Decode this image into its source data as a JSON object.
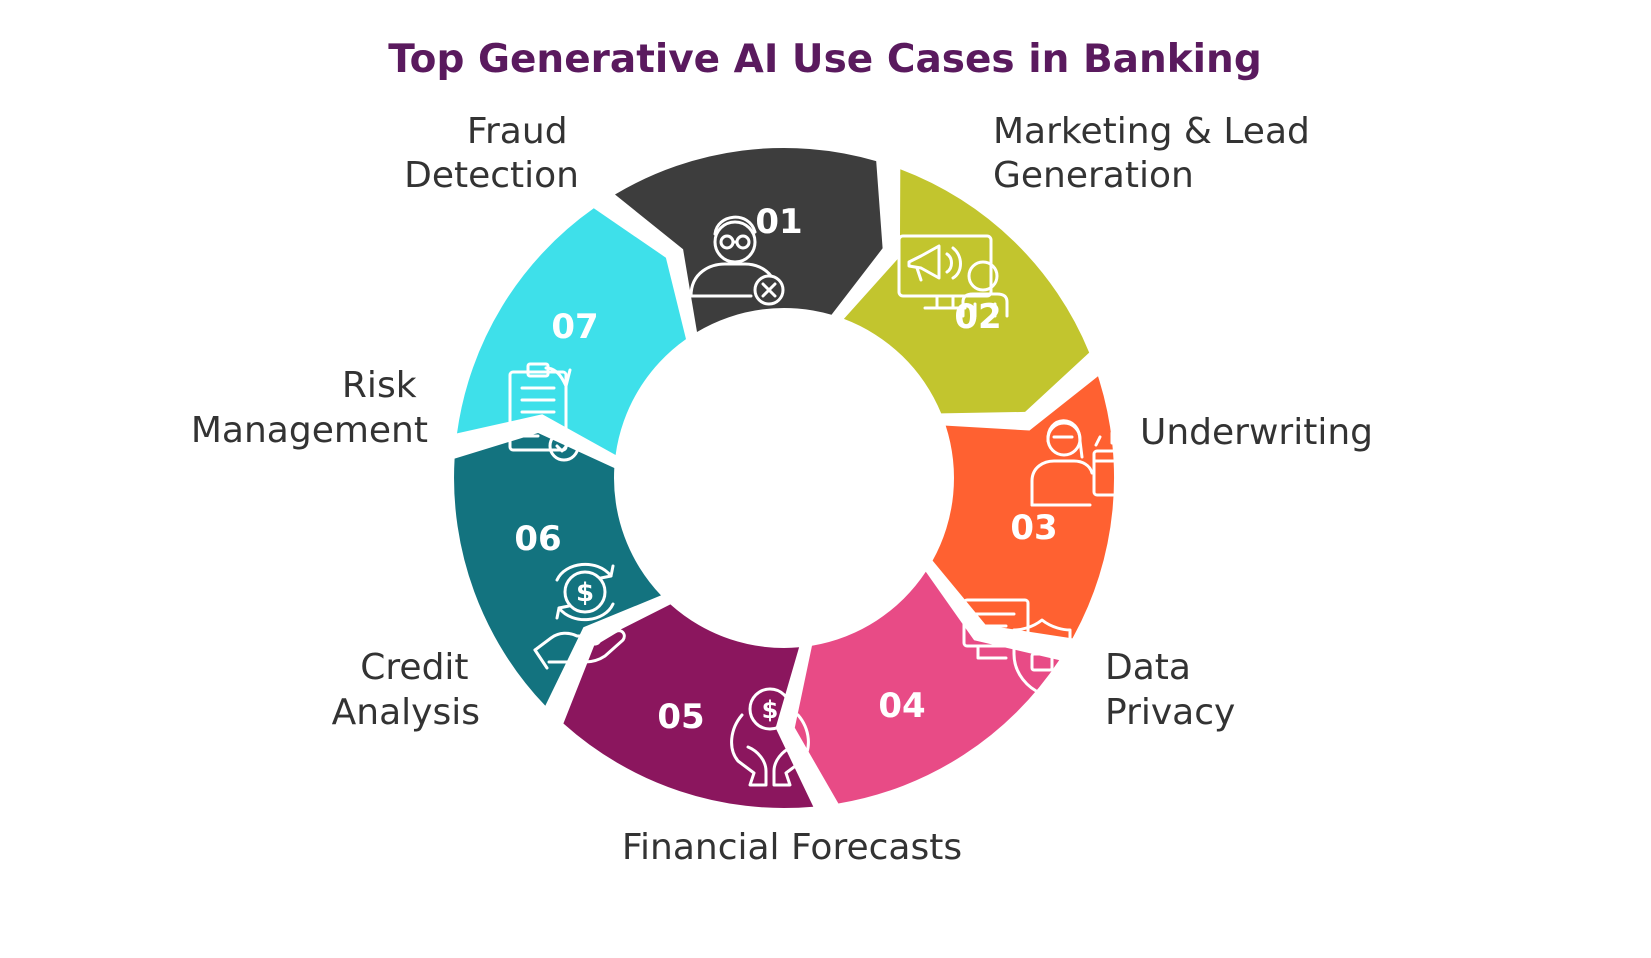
{
  "title": "Top Generative AI Use Cases in Banking",
  "segments": [
    {
      "number": "01",
      "label_lines": [
        "Fraud",
        "Detection"
      ],
      "color": "#3d3d3d",
      "icon": "person-fraud-icon"
    },
    {
      "number": "02",
      "label_lines": [
        "Marketing & Lead",
        "Generation"
      ],
      "color": "#c2c52e",
      "icon": "marketing-presentation-icon"
    },
    {
      "number": "03",
      "label_lines": [
        "Underwriting"
      ],
      "color": "#ff6131",
      "icon": "underwriter-certificate-icon"
    },
    {
      "number": "04",
      "label_lines": [
        "Data",
        "Privacy"
      ],
      "color": "#e84b86",
      "icon": "data-shield-lock-icon"
    },
    {
      "number": "05",
      "label_lines": [
        "Financial Forecasts"
      ],
      "color": "#8b165e",
      "icon": "hands-dollar-coin-icon"
    },
    {
      "number": "06",
      "label_lines": [
        "Credit",
        "Analysis"
      ],
      "color": "#13737f",
      "icon": "hand-dollar-cycle-icon"
    },
    {
      "number": "07",
      "label_lines": [
        "Risk",
        "Management"
      ],
      "color": "#3ee0ea",
      "icon": "clipboard-check-icon"
    }
  ]
}
